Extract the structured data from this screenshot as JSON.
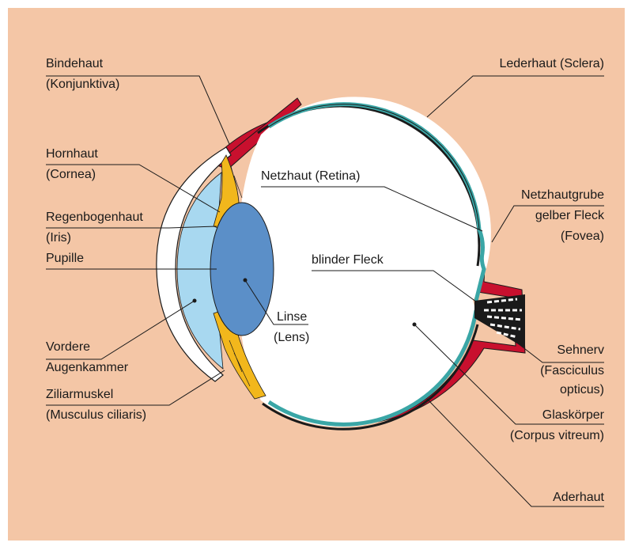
{
  "labels": {
    "bindehaut": "Bindehaut",
    "konjunktiva": "(Konjunktiva)",
    "hornhaut": "Hornhaut",
    "cornea": "(Cornea)",
    "regenbogenhaut": "Regenbogenhaut",
    "iris": "(Iris)",
    "pupille": "Pupille",
    "vordere": "Vordere",
    "augenkammer": "Augenkammer",
    "ziliarmuskel": "Ziliarmuskel",
    "musculus_ciliaris": "(Musculus ciliaris)",
    "lederhaut": "Lederhaut (Sclera)",
    "netzhaut": "Netzhaut (Retina)",
    "netzhautgrube": "Netzhautgrube",
    "gelber_fleck": "gelber Fleck",
    "fovea": "(Fovea)",
    "blinder_fleck": "blinder Fleck",
    "linse": "Linse",
    "lens": "(Lens)",
    "sehnerv": "Sehnerv",
    "fasciculus": "(Fasciculus",
    "opticus": "opticus)",
    "glaskoerper": "Glaskörper",
    "corpus_vitreum": "(Corpus vitreum)",
    "aderhaut": "Aderhaut"
  },
  "colors": {
    "background": "#f4c6a6",
    "sclera": "#c8102e",
    "retina": "#3aa6a6",
    "choroid": "#1a1a1a",
    "cornea": "#ffffff",
    "anterior_chamber": "#a8d8f0",
    "lens": "#5b8fc8",
    "iris_ciliary": "#f2b71c",
    "vitreous": "#ffffff",
    "lines": "#1a1a1a"
  }
}
